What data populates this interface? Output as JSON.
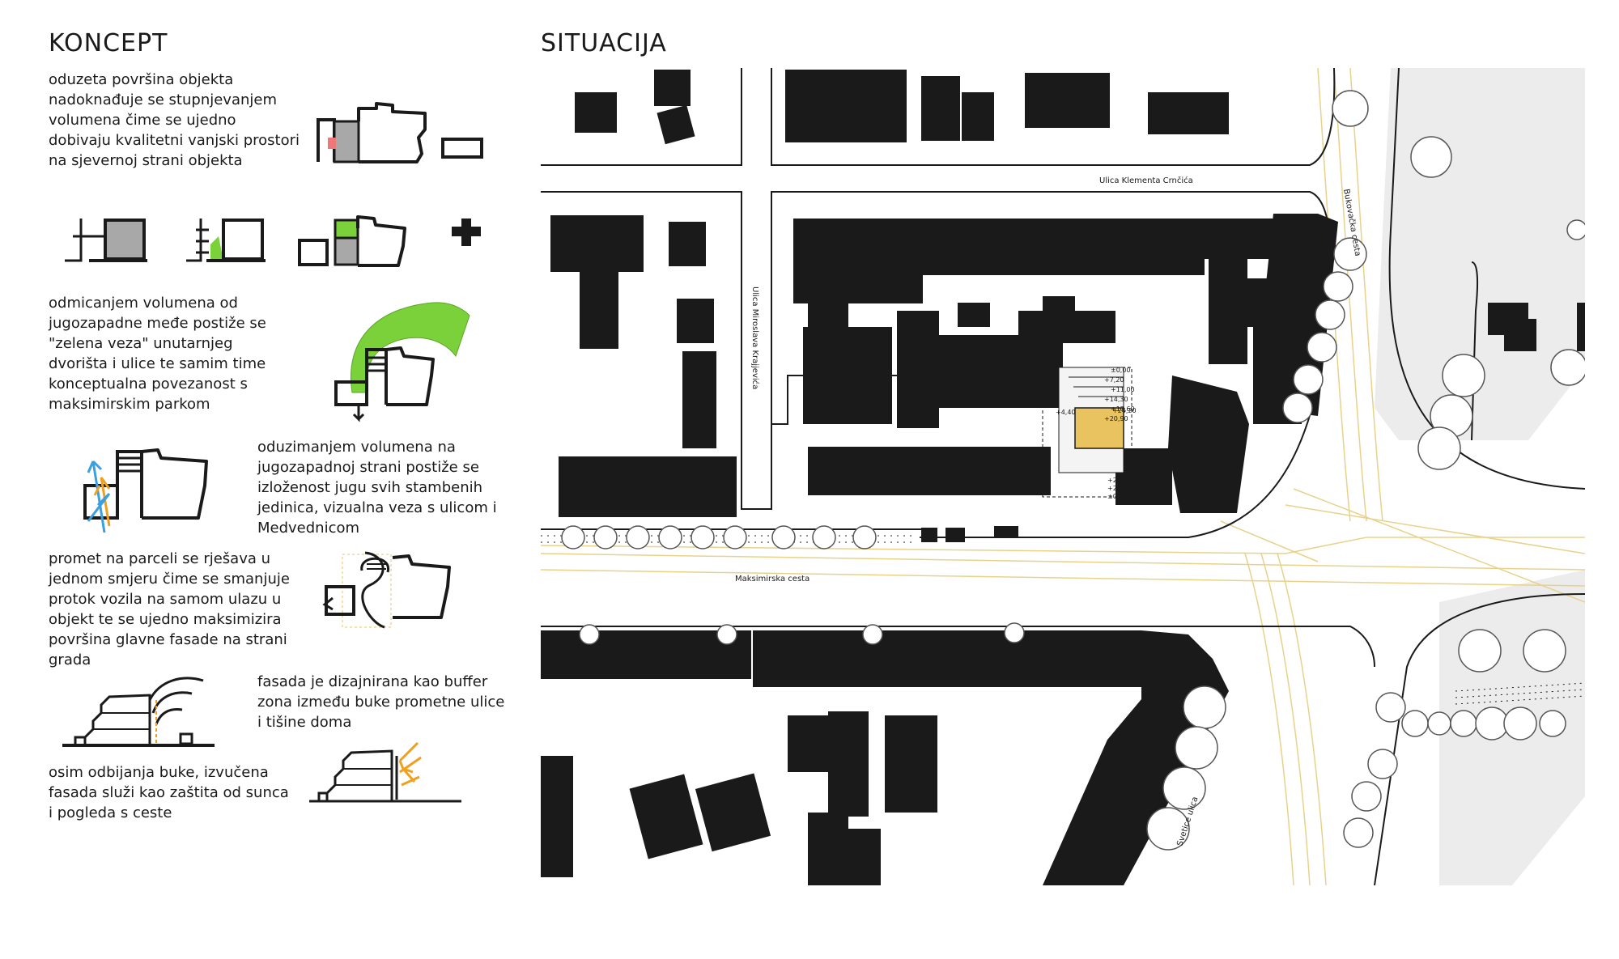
{
  "koncept": {
    "title": "KONCEPT",
    "texts": [
      "oduzeta površina objekta\nnadoknađuje se stupnjevanjem\nvolumena čime se ujedno\ndobivaju kvalitetni vanjski prostori\nna sjevernoj strani objekta",
      "odmicanjem volumena od\njugozapadne međe postiže se\n\"zelena veza\" unutarnjeg\ndvorišta i ulice te samim time\nkonceptualna povezanost s\nmaksimirskim parkom",
      "oduzimanjem volumena na\njugozapadnoj strani postiže se\nizloženost jugu svih stambenih\njedinica, vizualna veza s ulicom i\nMedvednicom",
      "promet na parceli se rješava u\njednom smjeru čime se smanjuje\nprotok vozila na samom ulazu u\nobjekt te se ujedno maksimizira\npovršina glavne fasade na strani\ngrada",
      "fasada je dizajnirana kao buffer\nzona između buke prometne ulice\ni tišine doma",
      "osim odbijanja buke, izvučena\nfasada služi kao zaštita od sunca\ni pogleda s ceste"
    ]
  },
  "situacija": {
    "title": "SITUACIJA",
    "streets": {
      "klementa": "Ulica Klementa Crnčića",
      "miroslava": "Ulica Miroslava Krajjevića",
      "bukovacka": "Bukovačka cesta",
      "maksimirska": "Maksimirska cesta",
      "svetice": "Svetice ulica"
    },
    "levels": [
      "±0,00",
      "+7,20",
      "+11,00",
      "+14,30",
      "+17,60",
      "+20,90",
      "+24,20",
      "+4,40",
      "+24,20",
      "+20,90",
      "±0,00"
    ]
  },
  "colors": {
    "building": "#1a1a1a",
    "plot": "#e8c35f",
    "green": "#7bd13a",
    "orange": "#f0a020",
    "blue": "#3aa0e0",
    "pink": "#ee7777",
    "grey": "#a8a8a8",
    "road_marking": "#e8d28a",
    "park": "#ececec"
  }
}
